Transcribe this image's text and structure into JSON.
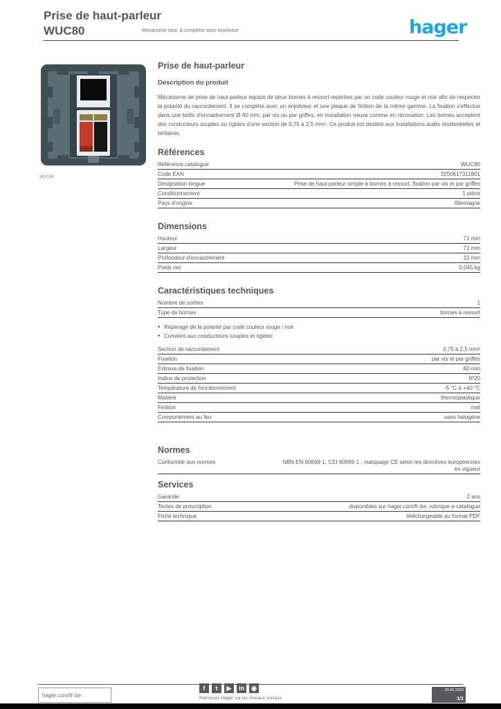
{
  "colors": {
    "hager_blue": "#1BA9E1",
    "text_gray": "#54565B",
    "line_dark": "#3A3A3C",
    "footer_gray": "#58595B",
    "clamp_red": "#C23B2B",
    "clamp_black": "#161616"
  },
  "header": {
    "title_line1": "Prise de haut-parleur",
    "title_line2": "WUC80",
    "subtitle": "Mécanisme seul, à compléter avec enjoliveur",
    "logo_text": "hager"
  },
  "product_image": {
    "alt": "Mécanisme de prise de haut-parleur avec bornes à ressort rouge et noire",
    "caption": "WUC80"
  },
  "sections": [
    {
      "id": "s1",
      "heading": "Prise de haut-parleur",
      "subheading": "Description du produit",
      "paragraph": "Mécanisme de prise de haut-parleur équipé de deux bornes à ressort repérées par un code couleur rouge et noir afin de respecter la polarité du raccordement. Il se complète avec un enjoliveur et une plaque de finition de la même gamme. La fixation s'effectue dans une boîte d'encastrement Ø 60 mm, par vis ou par griffes, en installation neuve comme en rénovation. Les bornes acceptent des conducteurs souples ou rigides d'une section de 0,75 à 2,5 mm². Ce produit est destiné aux installations audio résidentielles et tertiaires."
    },
    {
      "id": "s2",
      "heading": "Références",
      "rows": [
        {
          "label": "Référence catalogue",
          "value": "WUC80"
        },
        {
          "label": "Code EAN",
          "value": "3250617311801"
        },
        {
          "label": "Désignation longue",
          "value": "Prise de haut-parleur simple à bornes à ressort, fixation par vis et par griffes"
        },
        {
          "label": "Conditionnement",
          "value": "1 pièce"
        },
        {
          "label": "Pays d'origine",
          "value": "Allemagne"
        }
      ]
    },
    {
      "id": "s3",
      "heading": "Dimensions",
      "rows": [
        {
          "label": "Hauteur",
          "value": "71 mm"
        },
        {
          "label": "Largeur",
          "value": "71 mm"
        },
        {
          "label": "Profondeur d'encastrement",
          "value": "31 mm"
        },
        {
          "label": "Poids net",
          "value": "0,045 kg"
        }
      ]
    },
    {
      "id": "s4a",
      "heading": "Caractéristiques techniques",
      "rows": [
        {
          "label": "Nombre de sorties",
          "value": "1"
        },
        {
          "label": "Type de bornes",
          "value": "bornes à ressort"
        }
      ]
    },
    {
      "id": "s4b",
      "bullets": [
        "Repérage de la polarité par code couleur rouge / noir",
        "Convient aux conducteurs souples et rigides"
      ]
    },
    {
      "id": "s4c",
      "rows": [
        {
          "label": "Section de raccordement",
          "value": "0,75 à 2,5 mm²"
        },
        {
          "label": "Fixation",
          "value": "par vis et par griffes"
        },
        {
          "label": "Entraxe de fixation",
          "value": "60 mm"
        },
        {
          "label": "Indice de protection",
          "value": "IP20"
        },
        {
          "label": "Température de fonctionnement",
          "value": "-5 °C à +40 °C"
        },
        {
          "label": "Matière",
          "value": "thermoplastique"
        },
        {
          "label": "Finition",
          "value": "mat"
        },
        {
          "label": "Comportement au feu",
          "value": "sans halogène"
        }
      ]
    },
    {
      "id": "s5",
      "heading": "Normes",
      "rows": [
        {
          "label": "Conformité aux normes",
          "value": "NBN EN 60669-1, CEI 60669-1 ; marquage CE selon les directives européennes en vigueur"
        }
      ]
    },
    {
      "id": "s6",
      "heading": "Services",
      "rows": [
        {
          "label": "Garantie",
          "value": "2 ans"
        },
        {
          "label": "Textes de prescription",
          "value": "disponibles sur hager.com/fr-be, rubrique e-catalogue"
        },
        {
          "label": "Fiche technique",
          "value": "téléchargeable au format PDF"
        }
      ]
    }
  ],
  "footer": {
    "website": "hager.com/fr-be",
    "social_caption": "Retrouvez Hager sur les réseaux sociaux",
    "social_icons": [
      {
        "name": "facebook-icon",
        "glyph": "f"
      },
      {
        "name": "twitter-icon",
        "glyph": "t"
      },
      {
        "name": "youtube-icon",
        "glyph": "▶"
      },
      {
        "name": "linkedin-icon",
        "glyph": "in"
      },
      {
        "name": "instagram-icon",
        "glyph": "◉"
      }
    ],
    "date": "20.06.2023",
    "page_indicator": "1/1"
  }
}
